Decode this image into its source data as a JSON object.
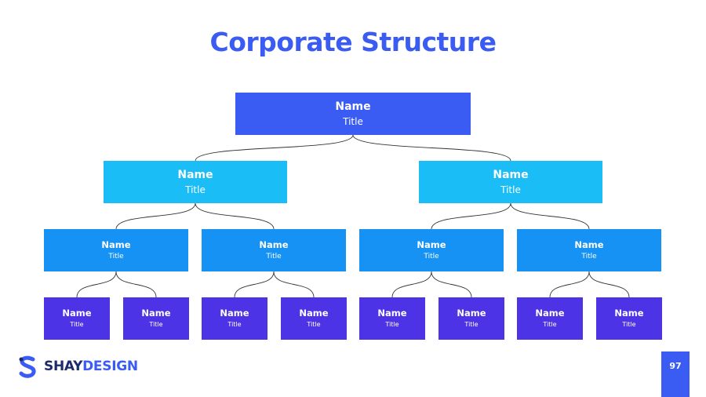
{
  "title": "Corporate Structure",
  "logo": {
    "part1": "SHAY",
    "part2": "DESIGN"
  },
  "page_number": "97",
  "colors": {
    "title": "#3a5cf3",
    "level0": "#3a5cf3",
    "level1": "#1bbdf6",
    "level2": "#1592f4",
    "level3": "#4c33e6",
    "connector": "#333333"
  },
  "org_chart": {
    "name": "Name",
    "title": "Title",
    "children": [
      {
        "name": "Name",
        "title": "Title",
        "children": [
          {
            "name": "Name",
            "title": "Title",
            "children": [
              {
                "name": "Name",
                "title": "Title"
              },
              {
                "name": "Name",
                "title": "Title"
              }
            ]
          },
          {
            "name": "Name",
            "title": "Title",
            "children": [
              {
                "name": "Name",
                "title": "Title"
              },
              {
                "name": "Name",
                "title": "Title"
              }
            ]
          }
        ]
      },
      {
        "name": "Name",
        "title": "Title",
        "children": [
          {
            "name": "Name",
            "title": "Title",
            "children": [
              {
                "name": "Name",
                "title": "Title"
              },
              {
                "name": "Name",
                "title": "Title"
              }
            ]
          },
          {
            "name": "Name",
            "title": "Title",
            "children": [
              {
                "name": "Name",
                "title": "Title"
              },
              {
                "name": "Name",
                "title": "Title"
              }
            ]
          }
        ]
      }
    ]
  }
}
